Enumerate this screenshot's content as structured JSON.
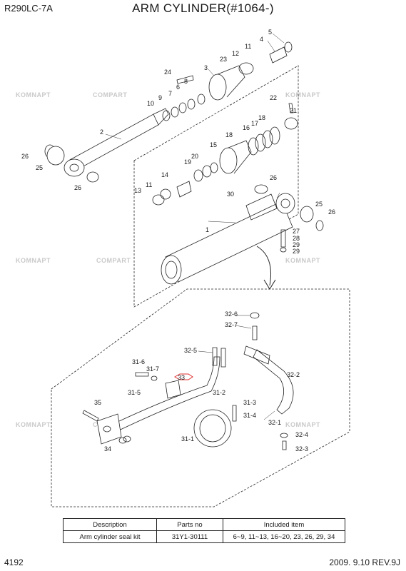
{
  "header": {
    "model": "R290LC-7A",
    "title": "ARM CYLINDER(#1064-)"
  },
  "footer": {
    "page_number": "4192",
    "revision": "2009. 9.10  REV.9J"
  },
  "watermark": {
    "text_a": "KOMNAPT",
    "text_b": "COMPART"
  },
  "callouts": {
    "n1": "1",
    "n2": "2",
    "n3": "3",
    "n4": "4",
    "n5": "5",
    "n6": "6",
    "n7": "7",
    "n8": "8",
    "n9": "9",
    "n10": "10",
    "n11a": "11",
    "n11b": "11",
    "n12": "12",
    "n13": "13",
    "n14": "14",
    "n15": "15",
    "n16": "16",
    "n17": "17",
    "n18a": "18",
    "n18b": "18",
    "n19": "19",
    "n20": "20",
    "n21": "21",
    "n22": "22",
    "n23": "23",
    "n24": "24",
    "n25a": "25",
    "n25b": "25",
    "n26a": "26",
    "n26b": "26",
    "n26c": "26",
    "n26d": "26",
    "n27": "27",
    "n28": "28",
    "n29a": "29",
    "n29b": "29",
    "n30": "30",
    "n31_1": "31-1",
    "n31_2": "31-2",
    "n31_3": "31-3",
    "n31_4": "31-4",
    "n31_5": "31-5",
    "n31_6": "31-6",
    "n31_7": "31-7",
    "n32_1": "32-1",
    "n32_2": "32-2",
    "n32_3": "32-3",
    "n32_4": "32-4",
    "n32_5": "32-5",
    "n32_6": "32-6",
    "n32_7": "32-7",
    "n33": "33",
    "n34": "34",
    "n35": "35"
  },
  "kit_table": {
    "headers": [
      "Description",
      "Parts no",
      "Included item"
    ],
    "row": [
      "Arm cylinder seal kit",
      "31Y1-30111",
      "6~9, 11~13, 16~20, 23, 26, 29, 34"
    ]
  }
}
